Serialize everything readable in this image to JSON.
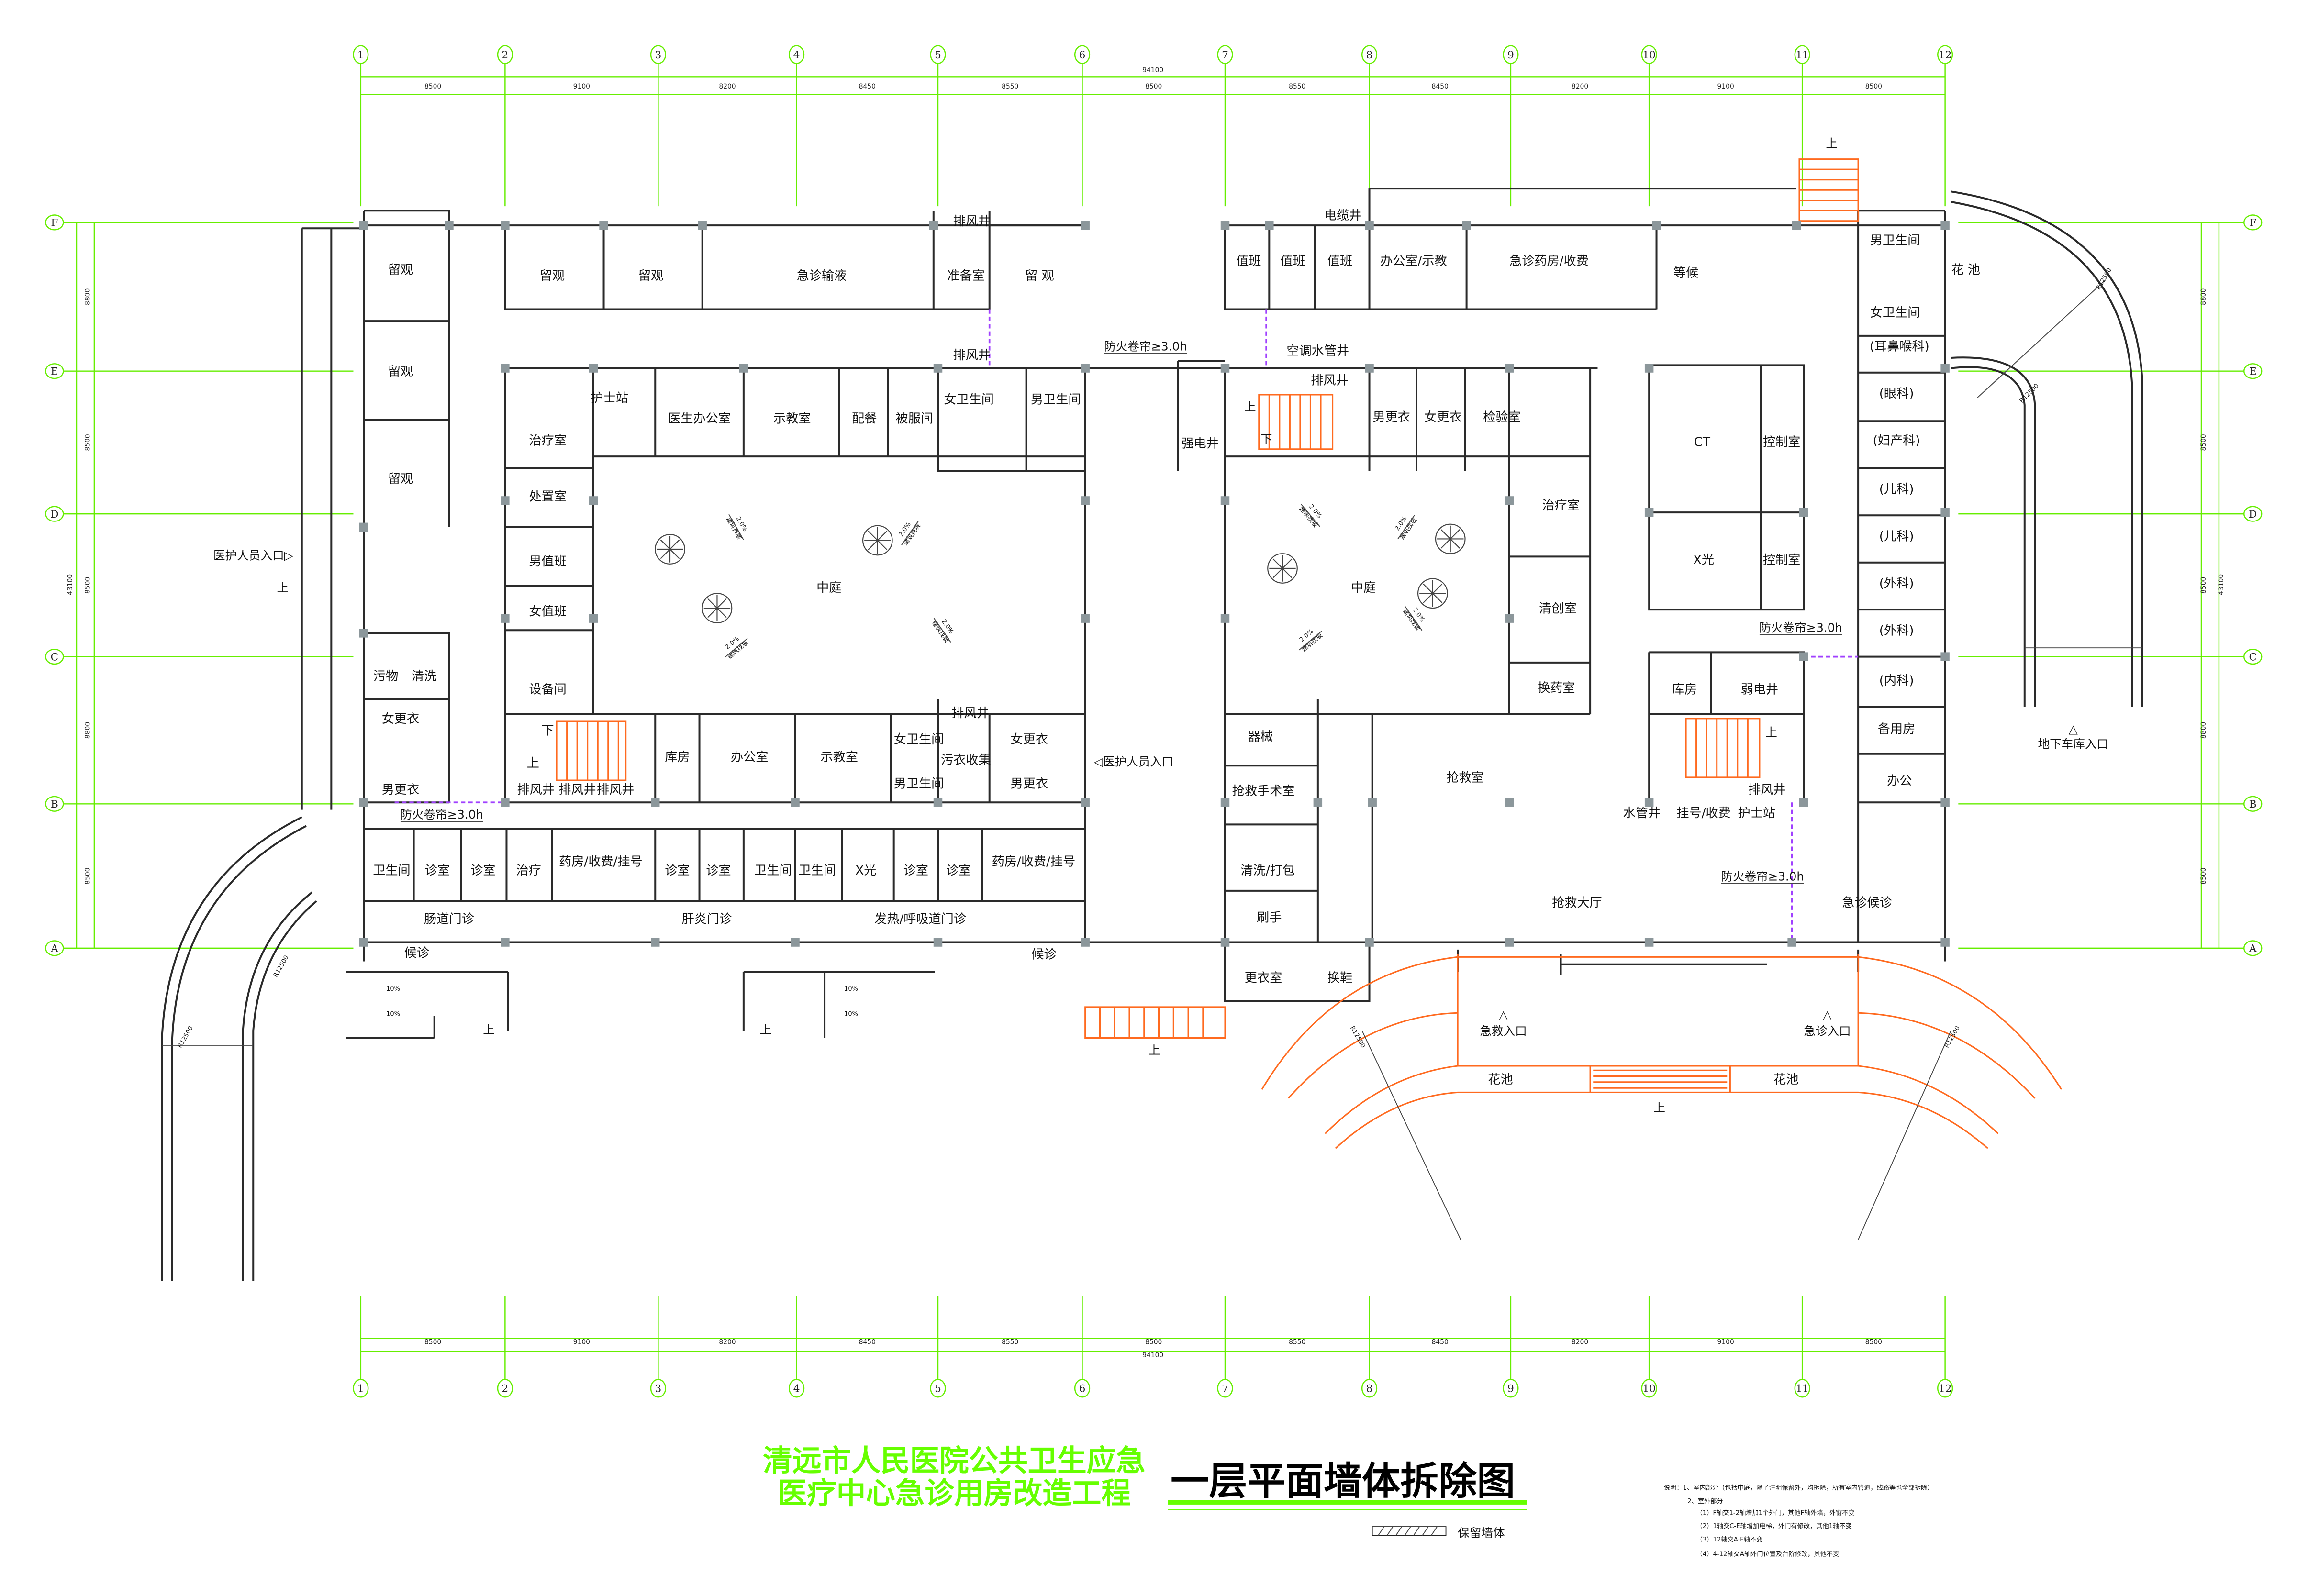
{
  "axes": {
    "columns": [
      "1",
      "2",
      "3",
      "4",
      "5",
      "6",
      "7",
      "8",
      "9",
      "10",
      "11",
      "12"
    ],
    "rows": [
      "F",
      "E",
      "D",
      "C",
      "B",
      "A"
    ],
    "column_spacings": [
      "8500",
      "9100",
      "8200",
      "8450",
      "8550",
      "8500",
      "8550",
      "8450",
      "8200",
      "9100",
      "8500"
    ],
    "total_width": "94100",
    "row_spacings": [
      "8800",
      "8500",
      "8500",
      "8800",
      "8500"
    ],
    "total_depth": "43100"
  },
  "rooms": [
    "留观",
    "留观",
    "留观",
    "留观",
    "留观",
    "急诊输液",
    "准备室",
    "留 观",
    "排风井",
    "排风井",
    "护士站",
    "医生办公室",
    "示教室",
    "配餐",
    "被服间",
    "女卫生间",
    "男卫生间",
    "治疗室",
    "处置室",
    "男值班",
    "女值班",
    "设备间",
    "中庭",
    "污物",
    "清洗",
    "女更衣",
    "男更衣",
    "库房",
    "办公室",
    "示教室",
    "排风井",
    "女卫生间",
    "污衣收集",
    "男卫生间",
    "女更衣",
    "男更衣",
    "排风井 排风井",
    "排风井",
    "下",
    "上",
    "卫生间",
    "诊室",
    "诊室",
    "治疗",
    "药房/收费/挂号",
    "诊室",
    "诊室",
    "卫生间",
    "卫生间",
    "X光",
    "诊室",
    "诊室",
    "药房/收费/挂号",
    "肠道门诊",
    "肝炎门诊",
    "发热/呼吸道门诊",
    "候诊",
    "候诊",
    "电缆井",
    "值班",
    "值班",
    "值班",
    "办公室/示教",
    "急诊药房/收费",
    "等候",
    "空调水管井",
    "排风井",
    "强电井",
    "男更衣",
    "女更衣",
    "检验室",
    "中庭",
    "治疗室",
    "清创室",
    "换药室",
    "CT",
    "控制室",
    "X光",
    "控制室",
    "库房",
    "弱电井",
    "排风井",
    "器械",
    "抢救室",
    "抢救手术室",
    "清洗/打包",
    "刷手",
    "更衣室",
    "换鞋",
    "水管井",
    "挂号/收费",
    "护士站",
    "抢救大厅",
    "急诊候诊",
    "男卫生间",
    "女卫生间",
    "花 池",
    "(耳鼻喉科)",
    "(眼科)",
    "(妇产科)",
    "(儿科)",
    "(儿科)",
    "(外科)",
    "(外科)",
    "(内科)",
    "备用房",
    "办公",
    "花池",
    "花池"
  ],
  "fire_shutters": [
    "防火卷帘≥3.0h",
    "防火卷帘≥3.0h",
    "防火卷帘≥3.0h",
    "防火卷帘≥3.0h"
  ],
  "entrances": [
    "医护人员入口▷",
    "◁医护人员入口",
    "△",
    "急救入口",
    "△",
    "急诊入口",
    "△",
    "地下车库入口"
  ],
  "stair_marks": [
    "上",
    "上",
    "上",
    "上",
    "上",
    "上",
    "下",
    "上",
    "上"
  ],
  "slopes": [
    "2.0%",
    "建筑找坡"
  ],
  "slope_count": 8,
  "radius_label": "R12500",
  "ramp_slope": "10%",
  "title": {
    "project_line1": "清远市人民医院公共卫生应急",
    "project_line2": "医疗中心急诊用房改造工程",
    "drawing": "一层平面墙体拆除图"
  },
  "legend": {
    "label": "保留墙体"
  },
  "notes": [
    "说明：1、室内部分（包括中庭，除了注明保留外，均拆除，所有室内管道，线路等也全部拆除）",
    "2、室外部分",
    "（1）F轴交1-2轴增加1个外门，其他F轴外墙，外窗不变",
    "（2）1轴交C-E轴增加电梯，外门有修改，其他1轴不变",
    "（3）12轴交A-F轴不变",
    "（4）4-12轴交A轴外门位置及台阶修改，其他不变"
  ],
  "colors": {
    "wall": "#2a2a2a",
    "axis": "#66ee00",
    "stair": "#ff6a1f",
    "shutter": "#a040ff",
    "title_green": "#66ff00"
  }
}
